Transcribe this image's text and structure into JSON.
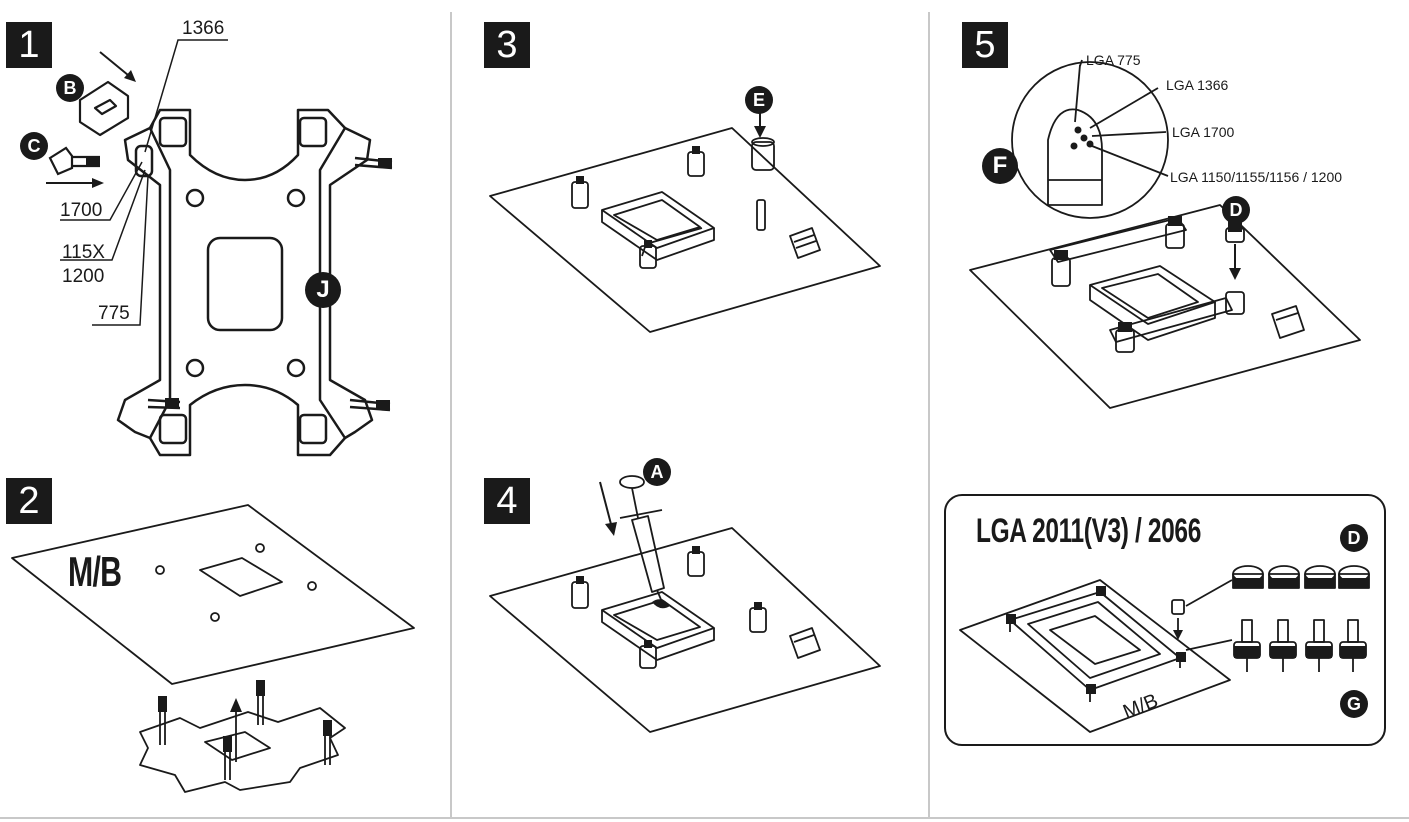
{
  "steps": [
    "1",
    "2",
    "3",
    "4",
    "5"
  ],
  "panel1": {
    "labels": {
      "l1366": "1366",
      "l1700": "1700",
      "l115x": "115X",
      "l1200": "1200",
      "l775": "775"
    },
    "callouts": {
      "b": "B",
      "c": "C",
      "j": "J"
    }
  },
  "panel2": {
    "mb": "M/B"
  },
  "panel3": {
    "callout_e": "E"
  },
  "panel4": {
    "callout_a": "A"
  },
  "panel5": {
    "callout_f": "F",
    "callout_d": "D",
    "sockets": [
      "LGA 775",
      "LGA 1366",
      "LGA 1700",
      "LGA 1150/1155/1156 / 1200"
    ]
  },
  "inset": {
    "title": "LGA 2011(V3) / 2066",
    "callout_d": "D",
    "callout_g": "G",
    "mb": "M/B"
  },
  "colors": {
    "ink": "#1a1a1a",
    "divider": "#c8c8c8",
    "paper": "#ffffff"
  }
}
